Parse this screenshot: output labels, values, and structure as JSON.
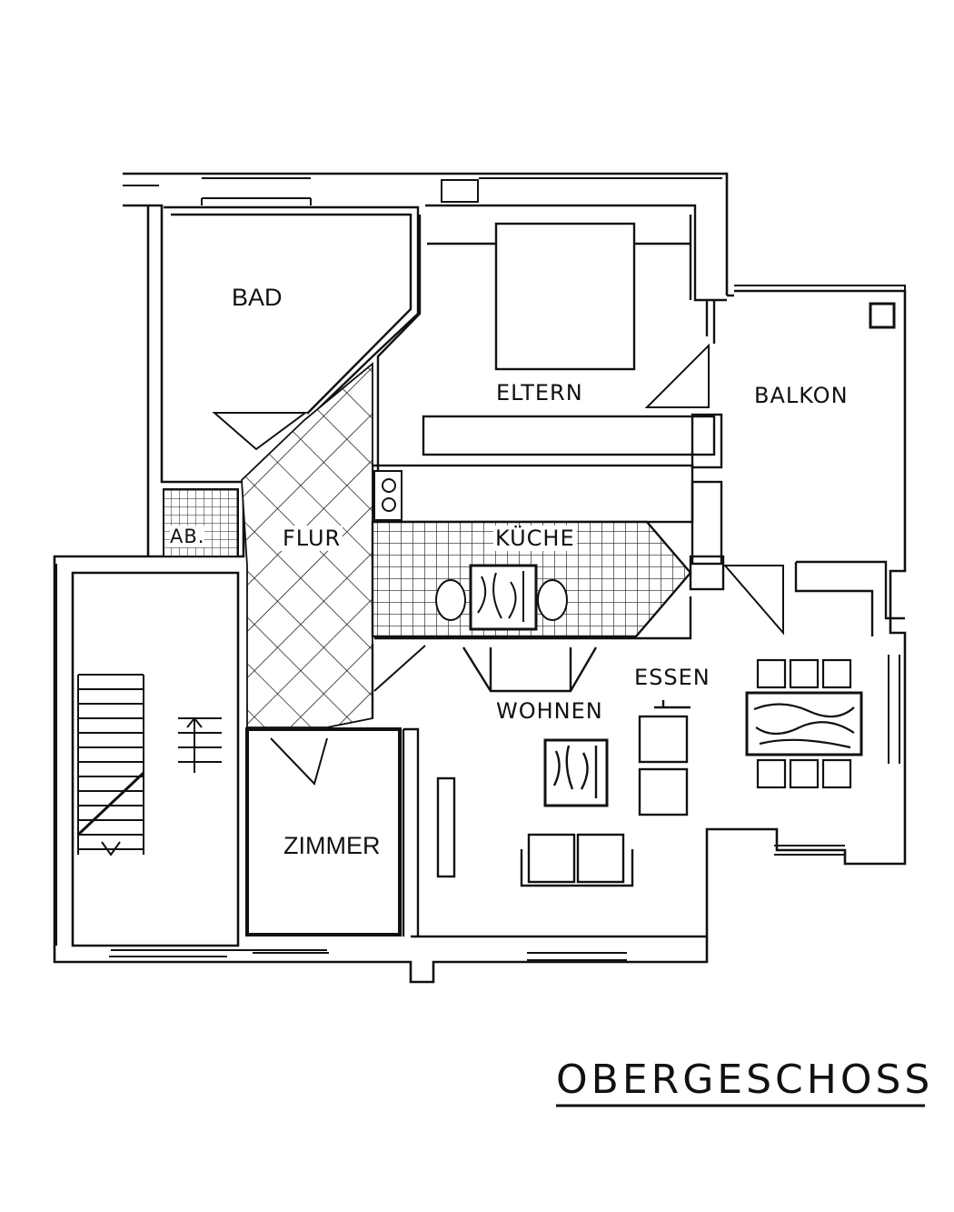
{
  "plan": {
    "title": "OBERGESCHOSS",
    "rooms": {
      "bad": "BAD",
      "eltern": "ELTERN",
      "balkon": "BALKON",
      "ab": "AB.",
      "flur": "FLUR",
      "kueche": "KÜCHE",
      "essen": "ESSEN",
      "wohnen": "WOHNEN",
      "zimmer": "ZIMMER"
    }
  },
  "colors": {
    "ink": "#111111",
    "wall_fill": "#ffffff",
    "paper": "#ffffff"
  }
}
